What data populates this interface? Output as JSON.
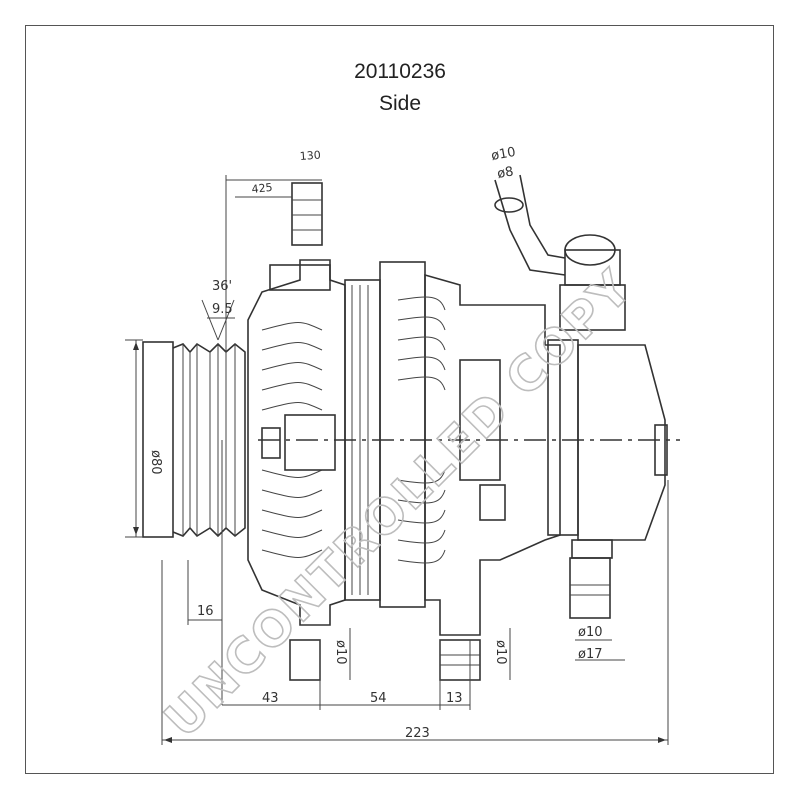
{
  "header": {
    "part_number": "20110236",
    "view": "Side"
  },
  "dimensions": {
    "d_80": "ø80",
    "angle": "36'",
    "groove": "9.5",
    "d16": "16",
    "d43": "43",
    "d54": "54",
    "d13": "13",
    "d223": "223",
    "d425": "425",
    "d130": "130",
    "hose_outer": "ø10",
    "hose_inner": "ø8",
    "pipe_inner": "ø10",
    "pipe_outer": "ø17",
    "bolt_a": "ø10",
    "bolt_b": "ø10"
  },
  "watermark": "UNCONTROLLED COPY",
  "colors": {
    "line": "#333333",
    "watermark": "#bdbdbd",
    "border": "#555555"
  }
}
